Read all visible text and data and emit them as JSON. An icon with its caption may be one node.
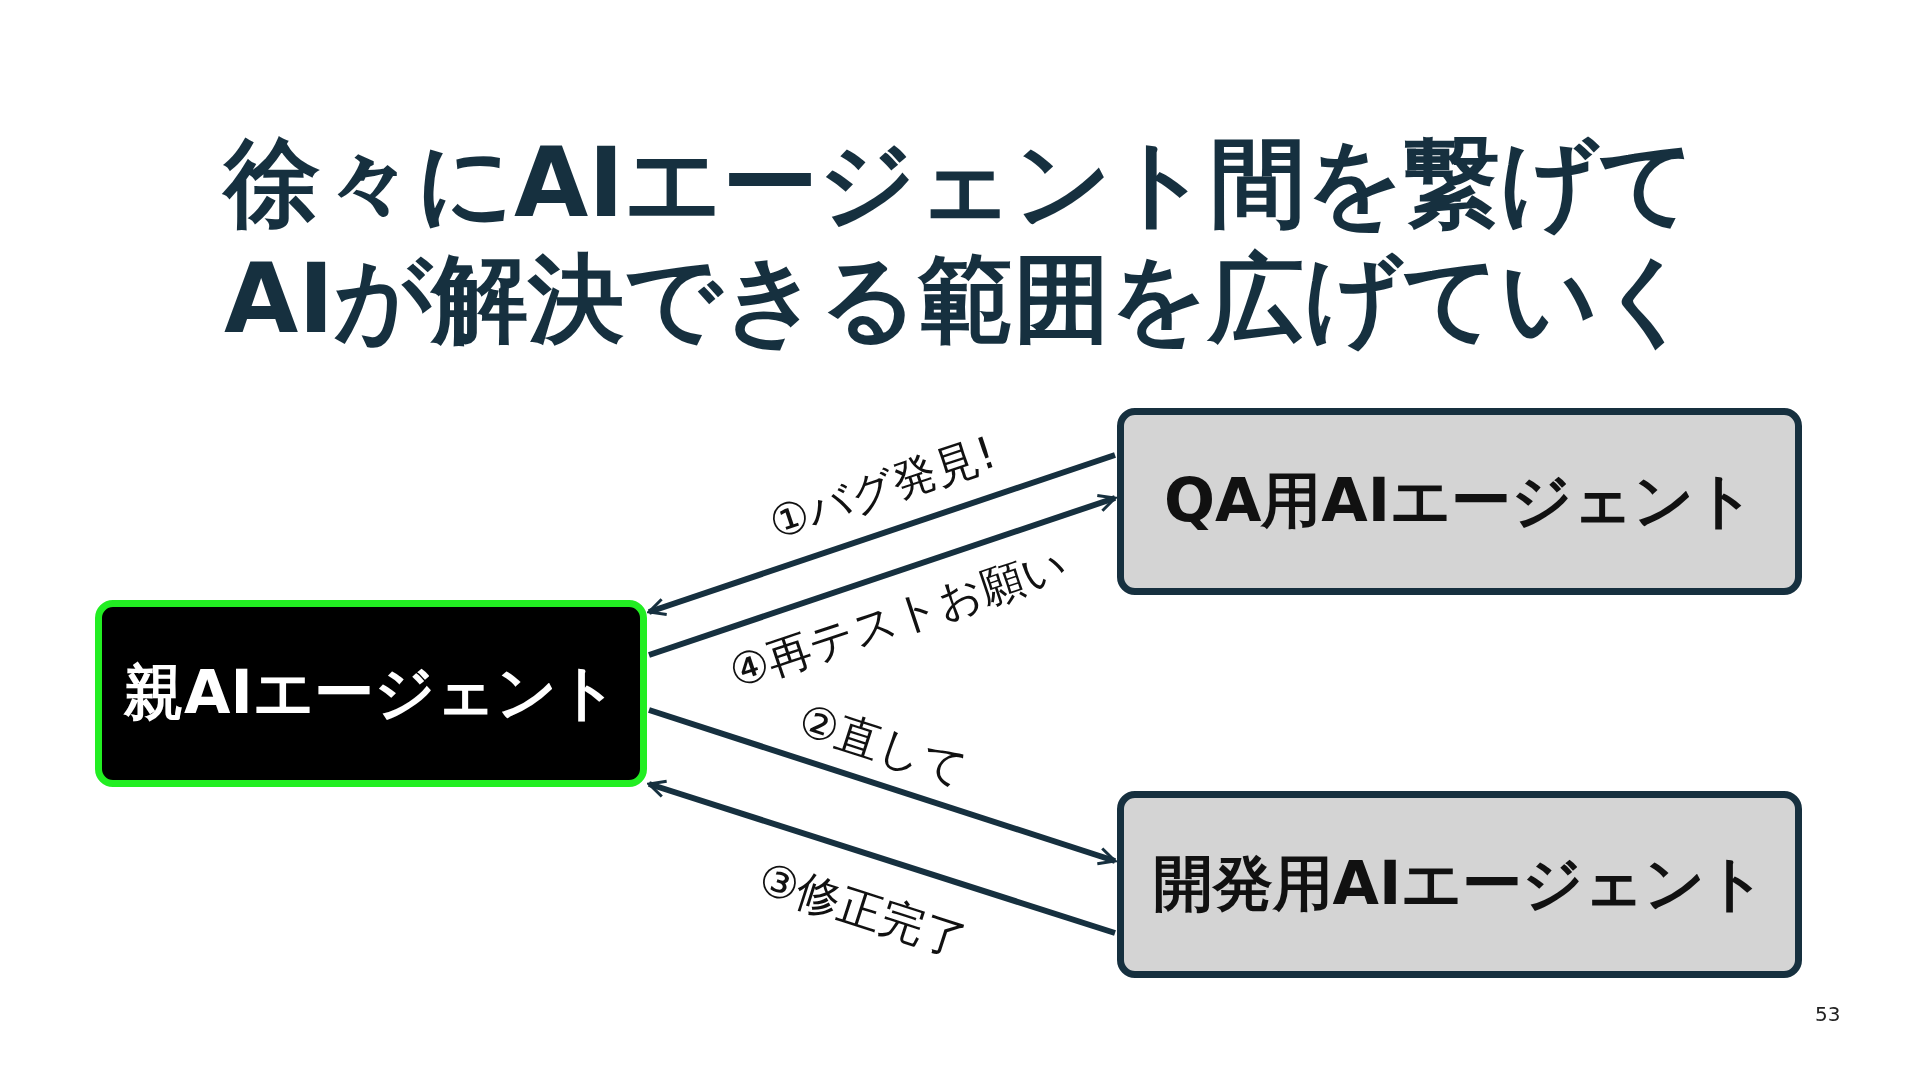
{
  "diagram": {
    "title": "徐々にAIエージェント間を繋げてAIが解決できる範囲を広げていく",
    "nodes": [
      {
        "text": [
          "親AIエージェント"
        ]
      },
      {
        "text": [
          "QA用AIエージェント"
        ]
      },
      {
        "text": [
          "開発用AIエージェント"
        ]
      }
    ],
    "edges": [
      {
        "from": 1,
        "to": 0,
        "arrow": "to",
        "label": "①バグ発見!"
      },
      {
        "from": 0,
        "to": 1,
        "arrow": "to",
        "label": "④再テストお願い"
      },
      {
        "from": 0,
        "to": 2,
        "arrow": "to",
        "label": "②直して"
      },
      {
        "from": 2,
        "to": 0,
        "arrow": "to",
        "label": "③修正完了"
      }
    ],
    "labels": [
      "53"
    ]
  }
}
